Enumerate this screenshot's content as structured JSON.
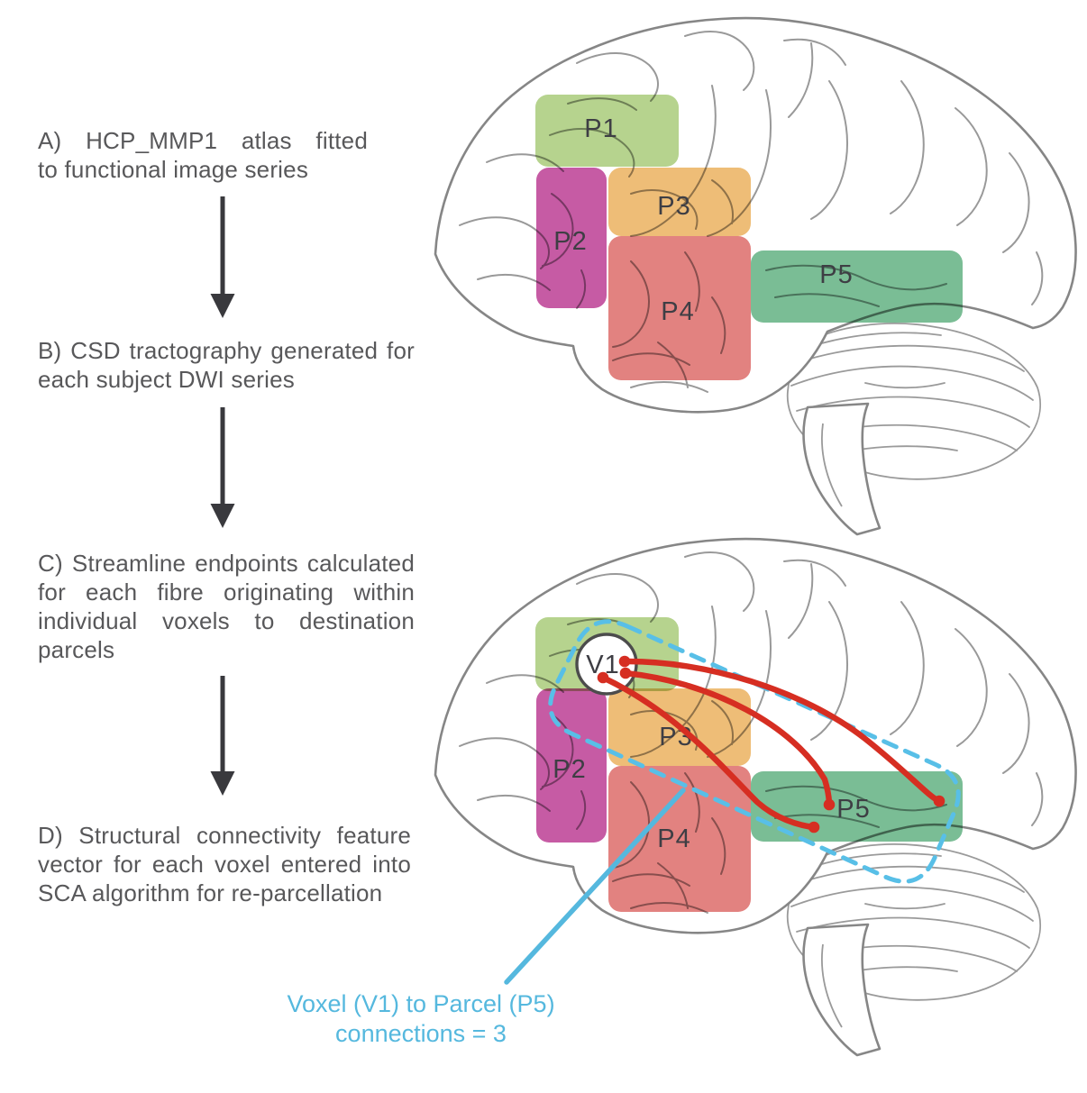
{
  "steps": [
    {
      "id": "A",
      "lines": [
        "A) HCP_MMP1 atlas fitted",
        "to functional image series"
      ]
    },
    {
      "id": "B",
      "lines": [
        "B) CSD tractography generated for",
        "each subject DWI series"
      ]
    },
    {
      "id": "C",
      "lines": [
        "C) Streamline endpoints calculated",
        "for each fibre originating within",
        "individual voxels to destination",
        "parcels"
      ]
    },
    {
      "id": "D",
      "lines": [
        "D) Structural connectivity feature",
        "vector for each voxel entered into",
        "SCA algorithm for re-parcellation"
      ]
    }
  ],
  "parcels": [
    {
      "id": "P1",
      "label": "P1",
      "color": "#b6d38e"
    },
    {
      "id": "P2",
      "label": "P2",
      "color": "#c65ba4"
    },
    {
      "id": "P3",
      "label": "P3",
      "color": "#eebd77"
    },
    {
      "id": "P4",
      "label": "P4",
      "color": "#e28280"
    },
    {
      "id": "P5",
      "label": "P5",
      "color": "#7abd95"
    }
  ],
  "voxel": {
    "label": "V1"
  },
  "tract": {
    "color": "#d62e22",
    "count": 3
  },
  "annotation": {
    "line1": "Voxel (V1) to Parcel (P5)",
    "line2": "connections = 3",
    "connection_count": 3,
    "color": "#55b8de"
  },
  "dashed_outline_color": "#58bfe7",
  "text_color": "#58585a",
  "arrow_color": "#39393d"
}
